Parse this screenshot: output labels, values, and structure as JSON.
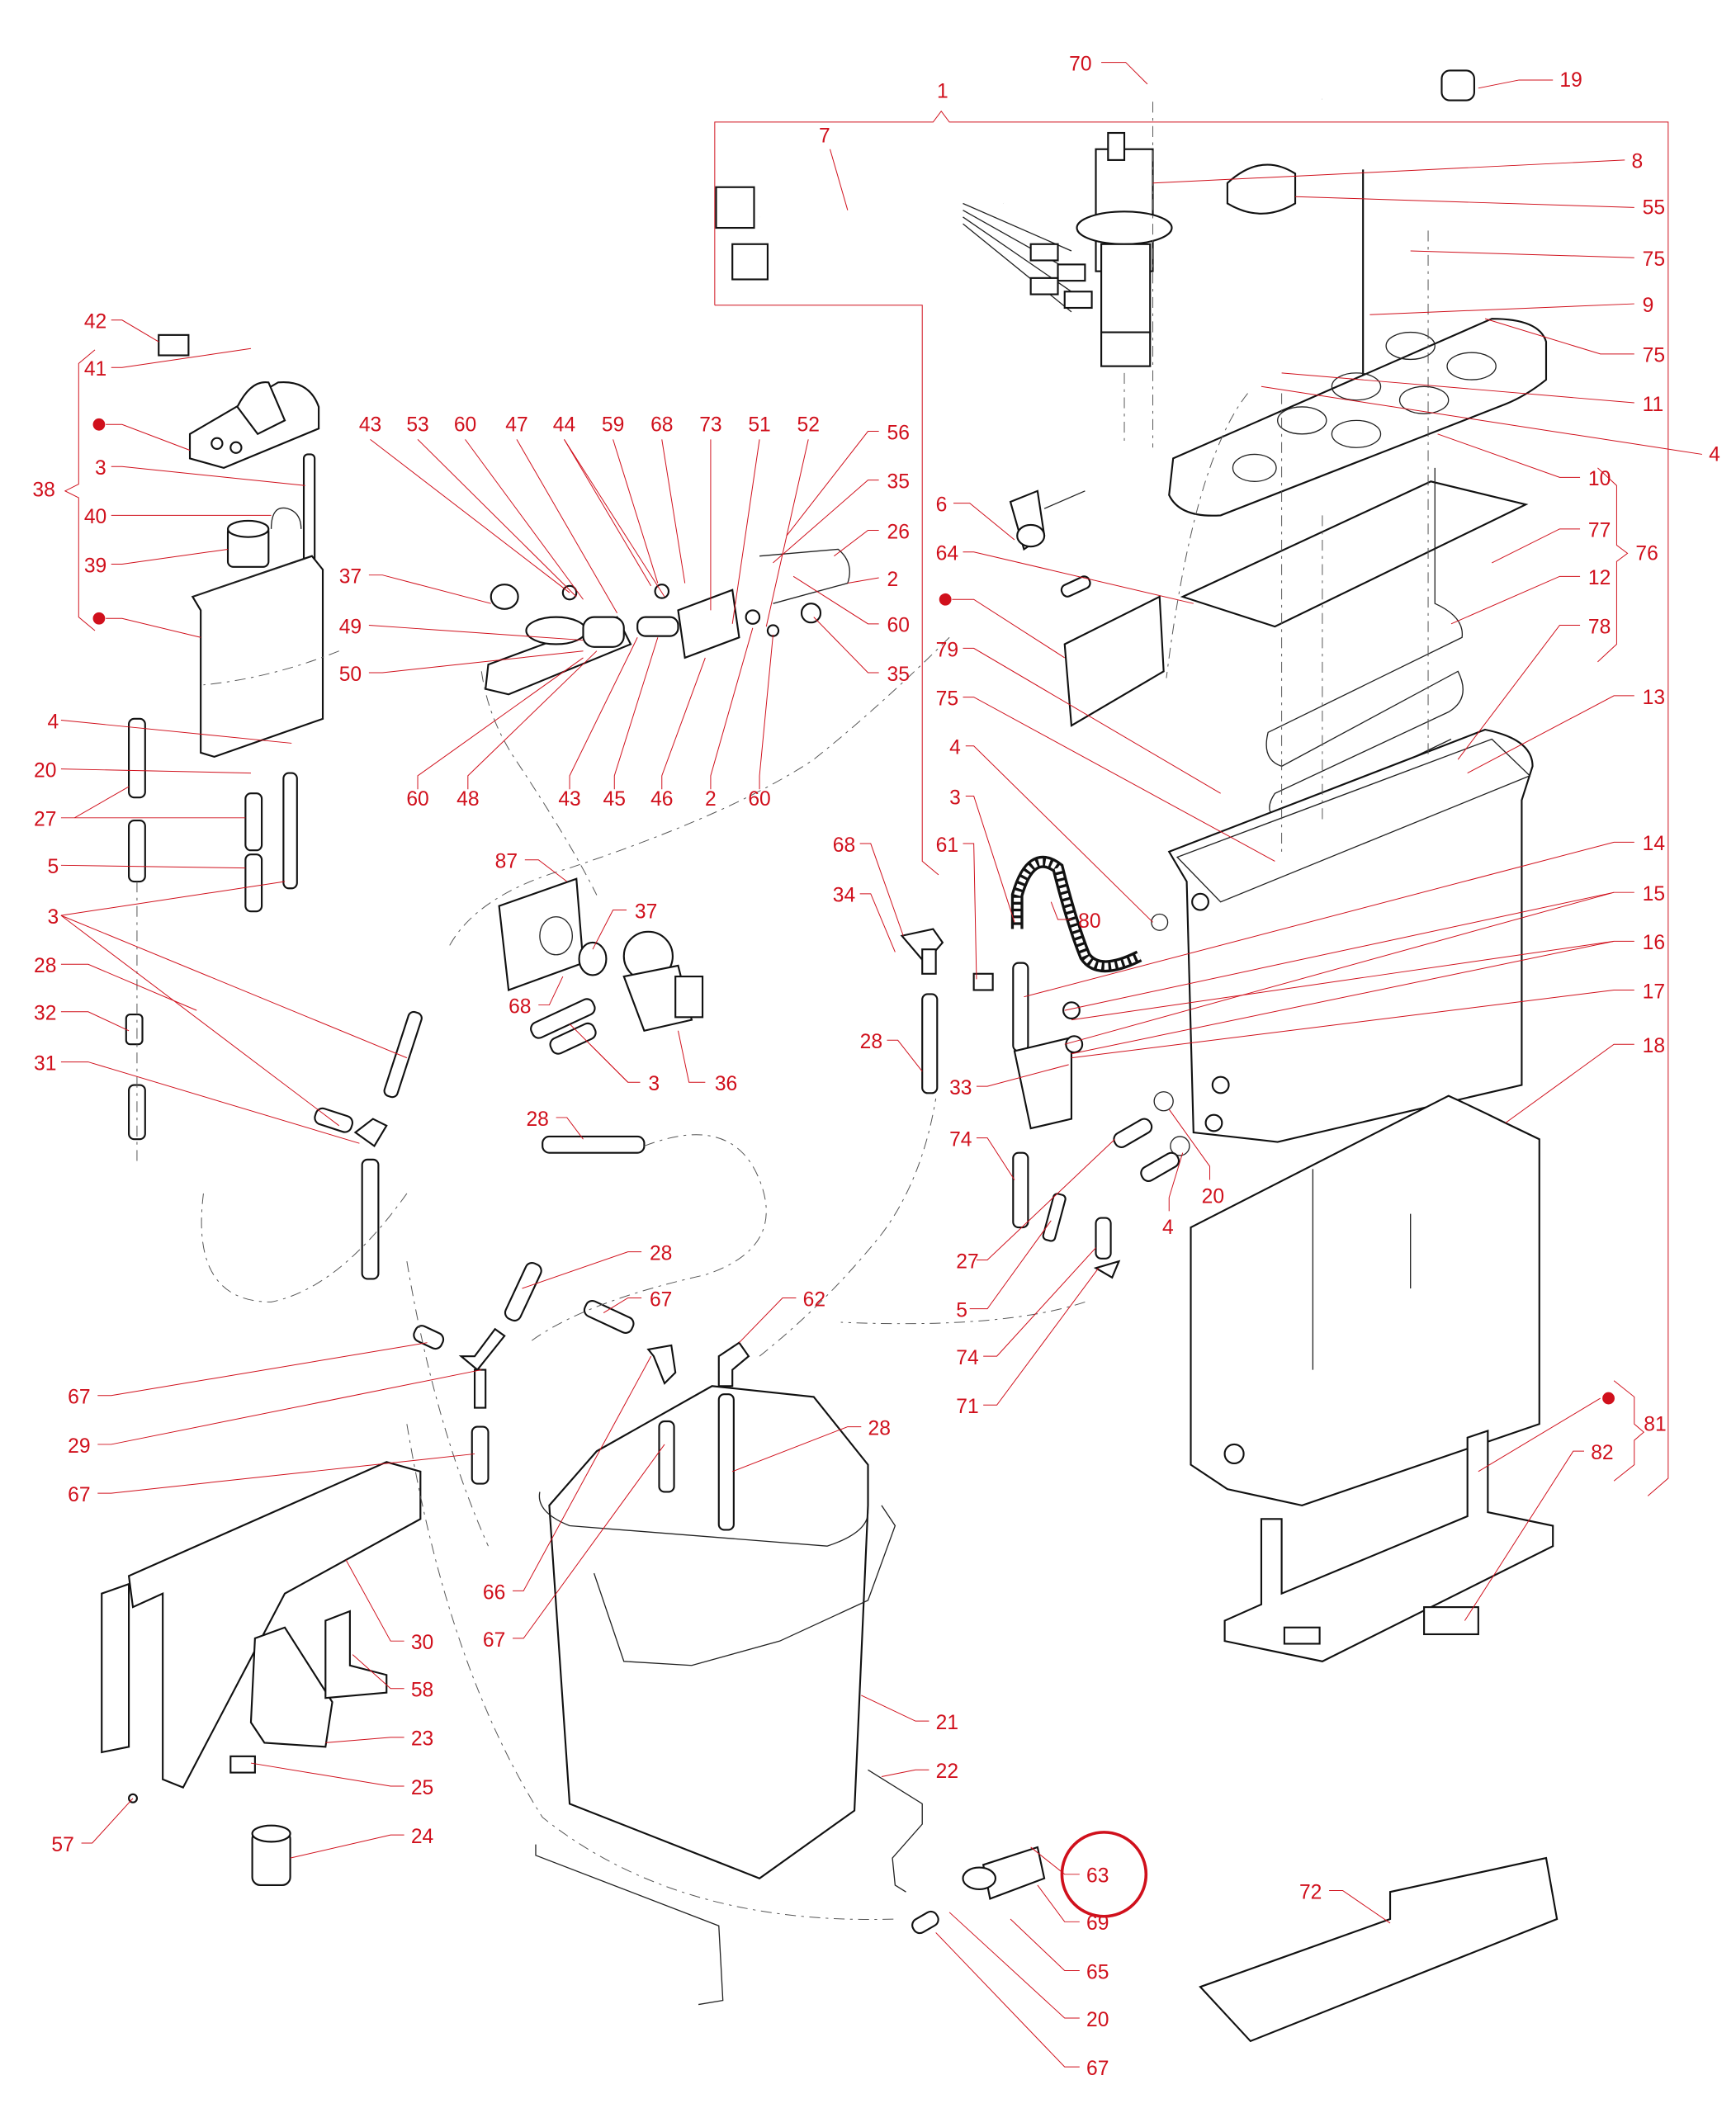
{
  "diagram": {
    "type": "exploded-parts-diagram",
    "accent_color": "#d0101c",
    "line_color": "#111111",
    "highlighted_callout": "63",
    "marker_symbol": "red-dot",
    "callouts": [
      "1",
      "7",
      "70",
      "19",
      "8",
      "55",
      "75",
      "9",
      "75b",
      "11",
      "4",
      "10",
      "76",
      "77",
      "12",
      "78",
      "13",
      "14",
      "15",
      "16",
      "17",
      "18",
      "6",
      "64",
      "dot-a",
      "79",
      "75c",
      "4b",
      "3",
      "61",
      "68",
      "34",
      "28",
      "80",
      "33",
      "74",
      "27",
      "5",
      "74b",
      "71",
      "20",
      "4c",
      "81",
      "82",
      "dot-b",
      "42",
      "41",
      "dot-c",
      "3b",
      "38",
      "40",
      "39",
      "dot-d",
      "4d",
      "20b",
      "27b",
      "5b",
      "3c",
      "28b",
      "32",
      "31",
      "43",
      "53",
      "60",
      "47",
      "44",
      "59",
      "68b",
      "73",
      "51",
      "52",
      "56",
      "35",
      "26",
      "2",
      "60b",
      "35b",
      "37",
      "49",
      "50",
      "60c",
      "48",
      "43b",
      "45",
      "46",
      "2b",
      "60d",
      "87",
      "37b",
      "68c",
      "3d",
      "36",
      "28c",
      "28d",
      "67",
      "62",
      "67b",
      "29",
      "67c",
      "28e",
      "66",
      "67d",
      "30",
      "58",
      "23",
      "25",
      "57",
      "24",
      "21",
      "22",
      "63",
      "69",
      "65",
      "20c",
      "67e",
      "72"
    ],
    "labels": {
      "1": "1",
      "7": "7",
      "70": "70",
      "19": "19",
      "8": "8",
      "55": "55",
      "75": "75",
      "9": "9",
      "75b": "75",
      "11": "11",
      "4": "4",
      "10": "10",
      "76": "76",
      "77": "77",
      "12": "12",
      "78": "78",
      "13": "13",
      "14": "14",
      "15": "15",
      "16": "16",
      "17": "17",
      "18": "18",
      "6": "6",
      "64": "64",
      "dot-a": "",
      "79": "79",
      "75c": "75",
      "4b": "4",
      "3": "3",
      "61": "61",
      "68": "68",
      "34": "34",
      "28": "28",
      "80": "80",
      "33": "33",
      "74": "74",
      "27": "27",
      "5": "5",
      "74b": "74",
      "71": "71",
      "20": "20",
      "4c": "4",
      "81": "81",
      "82": "82",
      "dot-b": "",
      "42": "42",
      "41": "41",
      "dot-c": "",
      "3b": "3",
      "38": "38",
      "40": "40",
      "39": "39",
      "dot-d": "",
      "4d": "4",
      "20b": "20",
      "27b": "27",
      "5b": "5",
      "3c": "3",
      "28b": "28",
      "32": "32",
      "31": "31",
      "43": "43",
      "53": "53",
      "60": "60",
      "47": "47",
      "44": "44",
      "59": "59",
      "68b": "68",
      "73": "73",
      "51": "51",
      "52": "52",
      "56": "56",
      "35": "35",
      "26": "26",
      "2": "2",
      "60b": "60",
      "35b": "35",
      "37": "37",
      "49": "49",
      "50": "50",
      "60c": "60",
      "48": "48",
      "43b": "43",
      "45": "45",
      "46": "46",
      "2b": "2",
      "60d": "60",
      "87": "87",
      "37b": "37",
      "68c": "68",
      "3d": "3",
      "36": "36",
      "28c": "28",
      "28d": "28",
      "67": "67",
      "62": "62",
      "67b": "67",
      "29": "29",
      "67c": "67",
      "28e": "28",
      "66": "66",
      "67d": "67",
      "30": "30",
      "58": "58",
      "23": "23",
      "25": "25",
      "57": "57",
      "24": "24",
      "21": "21",
      "22": "22",
      "63": "63",
      "69": "69",
      "65": "65",
      "20c": "20",
      "67e": "67",
      "72": "72"
    }
  }
}
